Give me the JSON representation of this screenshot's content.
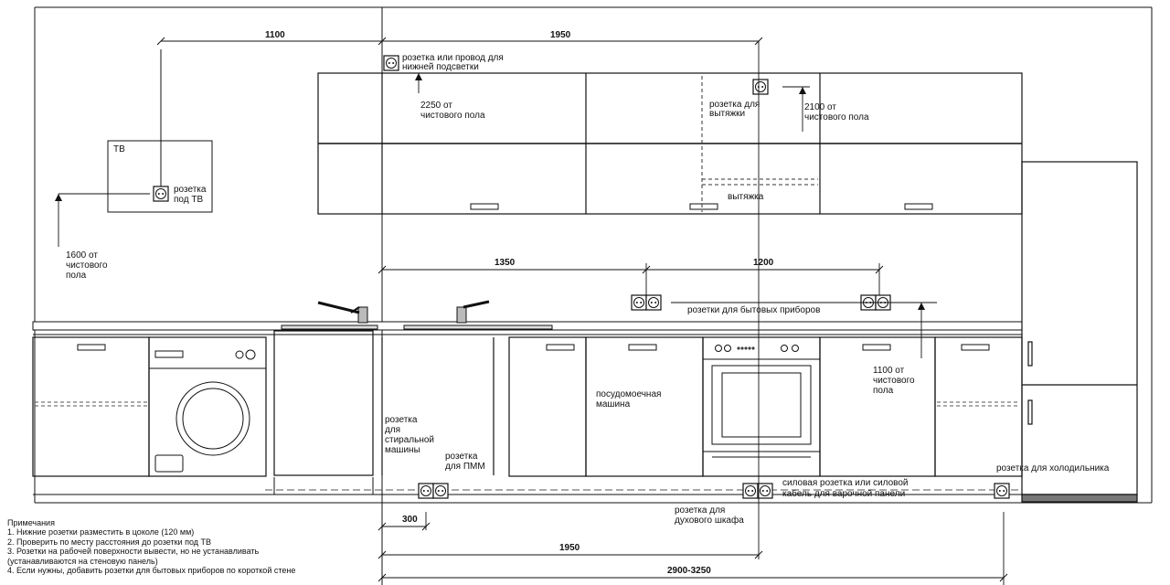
{
  "labels": {
    "tv": "ТВ",
    "tv_socket": [
      "розетка",
      "под ТВ"
    ],
    "tv_height": [
      "1600 от",
      "чистового",
      "пола"
    ],
    "lighting_socket": [
      "розетка или провод для",
      "нижней подсветки"
    ],
    "lighting_height": [
      "2250 от",
      "чистового пола"
    ],
    "hood_socket": [
      "розетка для",
      "вытяжки"
    ],
    "hood_height": [
      "2100 от",
      "чистового пола"
    ],
    "hood": "вытяжка",
    "appliance_sockets": "розетки для бытовых приборов",
    "counter_height": [
      "1100 от",
      "чистового",
      "пола"
    ],
    "dishwasher": [
      "посудомоечная",
      "машина"
    ],
    "washer_socket": [
      "розетка",
      "для",
      "стиральной",
      "машины"
    ],
    "dw_socket": [
      "розетка",
      "для ПММ"
    ],
    "cooktop_socket": [
      "силовая розетка или силовой",
      "кабель для варочной панели"
    ],
    "oven_socket": [
      "розетка для",
      "духового шкафа"
    ],
    "fridge_socket": "розетка для холодильника"
  },
  "dimensions": {
    "tv_offset": "1100",
    "top_span": "1950",
    "counter_left": "1350",
    "counter_right": "1200",
    "bottom_offset": "300",
    "bottom_span": "1950",
    "total_length": "2900-3250"
  },
  "notes": {
    "title": "Примечания",
    "items": [
      "1. Нижние розетки разместить в цоколе (120 мм)",
      "2. Проверить по месту расстояния до розетки под ТВ",
      "3. Розетки на рабочей поверхности вывести, но не устанавливать",
      "(устанавливаются на стеновую панель)",
      "4. Если нужны, добавить розетки для бытовых приборов по короткой стене"
    ]
  }
}
